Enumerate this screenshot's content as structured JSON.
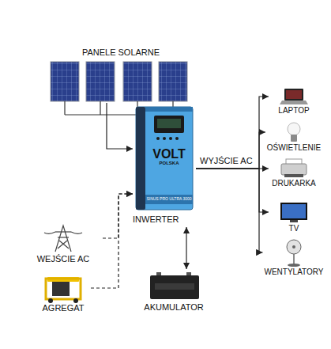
{
  "diagram": {
    "nodes": [
      {
        "text": [
          "PANELE SOLARNE"
        ]
      },
      {
        "text": [
          "VOLT",
          "POLSKA",
          "SINUS PRO ULTRA 3000",
          "INWERTER"
        ]
      },
      {
        "text": [
          "LAPTOP"
        ]
      },
      {
        "text": [
          "OŚWIETLENIE"
        ]
      },
      {
        "text": [
          "DRUKARKA"
        ]
      },
      {
        "text": [
          "TV"
        ]
      },
      {
        "text": [
          "WENTYLATORY"
        ]
      },
      {
        "text": [
          "WEJŚCIE AC"
        ]
      },
      {
        "text": [
          "AGREGAT"
        ]
      },
      {
        "text": [
          "AKUMULATOR"
        ]
      }
    ],
    "edges": [
      {
        "from": 0,
        "to": 1,
        "arrow": "to"
      },
      {
        "from": 1,
        "to": 2,
        "arrow": "to"
      },
      {
        "from": 1,
        "to": 3,
        "arrow": "to"
      },
      {
        "from": 1,
        "to": 4,
        "label": "WYJŚCIE AC",
        "arrow": "to"
      },
      {
        "from": 1,
        "to": 5,
        "arrow": "to"
      },
      {
        "from": 1,
        "to": 6,
        "arrow": "to"
      },
      {
        "from": 7,
        "to": 1,
        "arrow": "to"
      },
      {
        "from": 8,
        "to": 1,
        "arrow": "to"
      },
      {
        "from": 1,
        "to": 9,
        "arrow": "both"
      }
    ]
  }
}
